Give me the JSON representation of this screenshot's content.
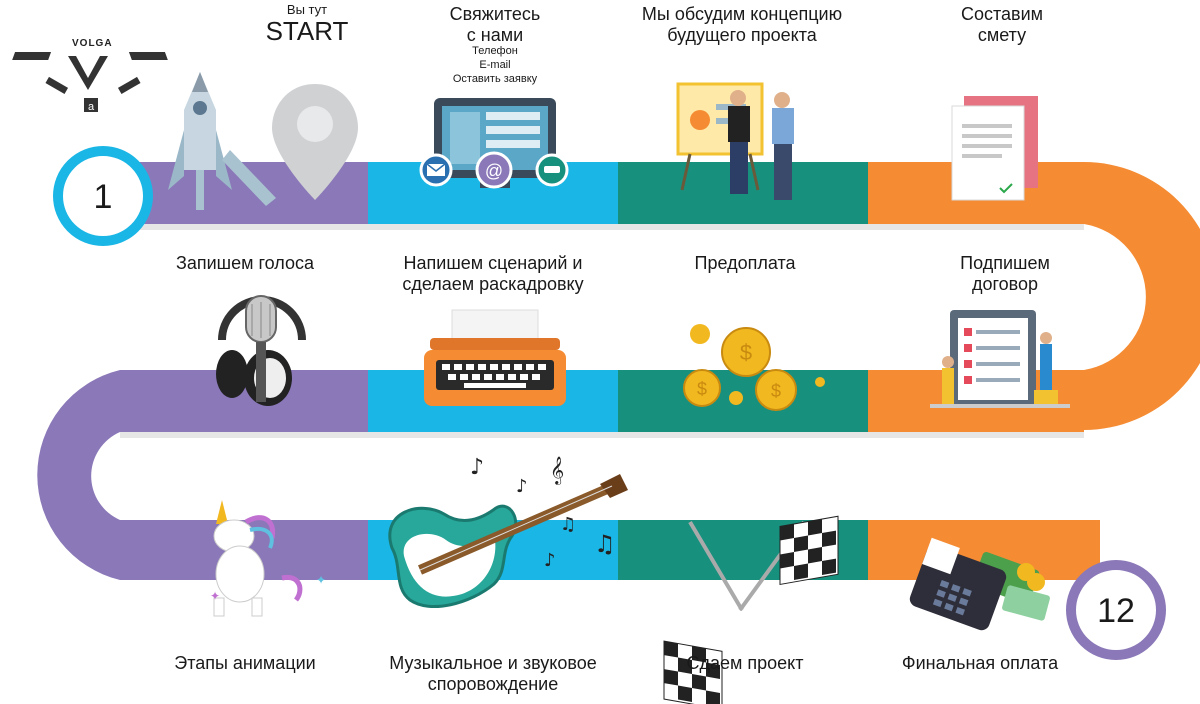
{
  "logo": {
    "text": "VOLGA"
  },
  "start": {
    "caption": "Вы тут",
    "title": "START"
  },
  "markers": {
    "first": "1",
    "last": "12"
  },
  "steps": {
    "contact": {
      "title": "Свяжитесь\nс нами",
      "options": [
        "Телефон",
        "E-mail",
        "Оставить заявку"
      ]
    },
    "discuss": {
      "title": "Мы обсудим концепцию\nбудущего проекта"
    },
    "estimate": {
      "title": "Составим\nсмету"
    },
    "contract": {
      "title": "Подпишем\nдоговор"
    },
    "prepay": {
      "title": "Предоплата"
    },
    "script": {
      "title": "Напишем сценарий и\nсделаем раскадровку"
    },
    "voices": {
      "title": "Запишем голоса"
    },
    "animation": {
      "title": "Этапы анимации"
    },
    "music": {
      "title": "Музыкальное и звуковое\nспоровождение"
    },
    "delivery": {
      "title": "Сдаем проект"
    },
    "final": {
      "title": "Финальная оплата"
    }
  },
  "colors": {
    "purple": "#8b78b8",
    "cyan": "#1ab6e6",
    "teal": "#17907e",
    "orange": "#f58c33",
    "ring_start": "#1ab6e6",
    "ring_end": "#8b78b8"
  }
}
